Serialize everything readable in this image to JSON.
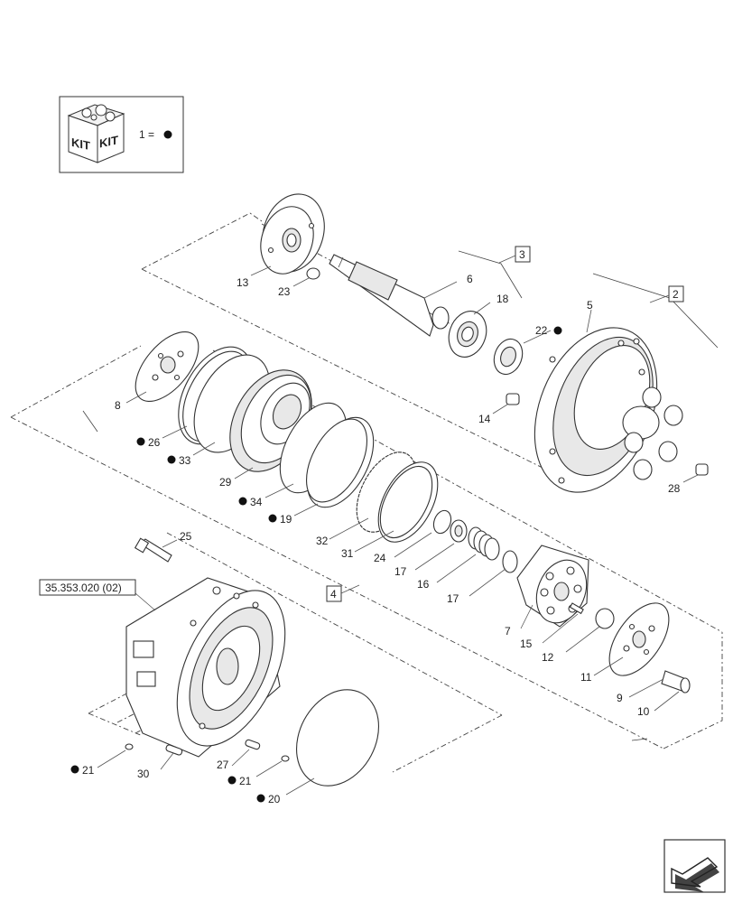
{
  "legend": {
    "kit_icon_text_left": "KIT",
    "kit_icon_text_right": "KIT",
    "equation": "1 ="
  },
  "reference": {
    "label": "35.353.020 (02)"
  },
  "boxed_labels": {
    "b2": "2",
    "b3": "3",
    "b4": "4"
  },
  "callouts": {
    "c5": "5",
    "c6": "6",
    "c7": "7",
    "c8": "8",
    "c9": "9",
    "c10": "10",
    "c11": "11",
    "c12": "12",
    "c13": "13",
    "c14": "14",
    "c15": "15",
    "c16": "16",
    "c17a": "17",
    "c17b": "17",
    "c18": "18",
    "c19": "19",
    "c20": "20",
    "c21a": "21",
    "c21b": "21",
    "c22": "22",
    "c23": "23",
    "c24": "24",
    "c25": "25",
    "c26": "26",
    "c27": "27",
    "c28": "28",
    "c29": "29",
    "c30": "30",
    "c31": "31",
    "c32": "32",
    "c33": "33",
    "c34": "34"
  },
  "colors": {
    "line": "#333333",
    "kit_dot": "#111111",
    "frame": "#444444"
  },
  "icons": {
    "kit": "kit-box-icon",
    "navigation": "navigation-arrow-icon"
  }
}
